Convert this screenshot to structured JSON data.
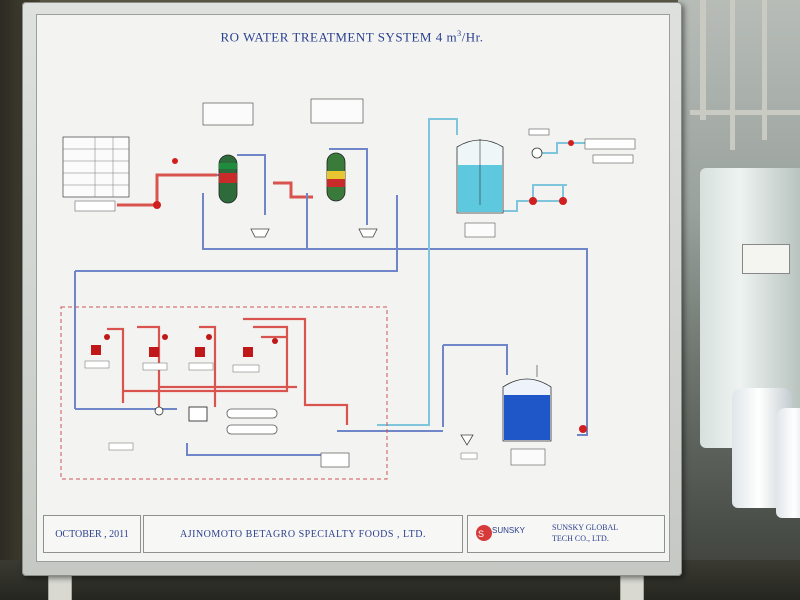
{
  "board": {
    "title": "RO WATER TREATMENT SYSTEM 4 m",
    "title_sup": "3",
    "title_suffix": "/Hr."
  },
  "footer": {
    "date": "OCTOBER , 2011",
    "client": "AJINOMOTO BETAGRO SPECIALTY FOODS , LTD.",
    "brand_logo": "SUNSKY",
    "brand_name_line1": "SUNSKY GLOBAL",
    "brand_name_line2": "TECH CO., LTD."
  },
  "colors": {
    "pipe_blue": "#6f87c8",
    "pipe_red": "#d9534f",
    "pipe_lightblue": "#7fc6dd",
    "valve_red": "#d11f1f",
    "tank_cyan": "#5ec8df",
    "tank_blue": "#1f56c8",
    "title_blue": "#2a3f8f"
  },
  "icons": [
    "filter-vessel-icon",
    "tank-icon",
    "valve-icon",
    "pump-icon",
    "logo-icon"
  ]
}
